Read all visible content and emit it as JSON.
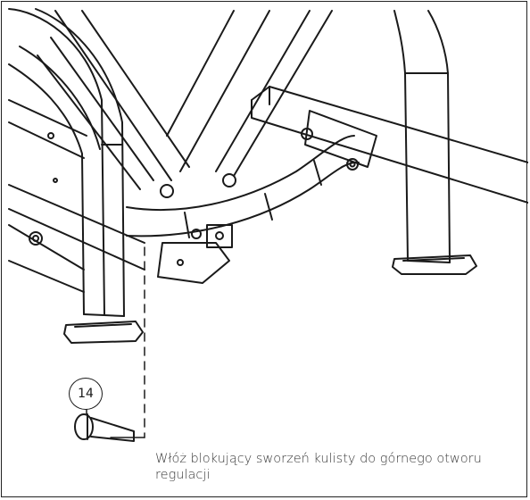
{
  "part_callout": {
    "number": "14"
  },
  "instruction": {
    "line1": "Włóż blokujący sworzeń kulisty do górnego otworu",
    "line2": "regulacji"
  }
}
